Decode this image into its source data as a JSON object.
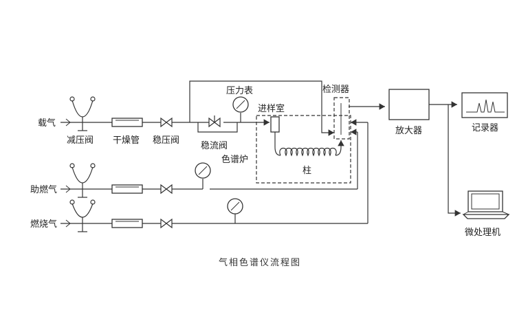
{
  "labels": {
    "carrier_gas": "载气",
    "aux_gas": "助燃气",
    "fuel_gas": "燃烧气",
    "pressure_reducing_valve": "减压阀",
    "dryer": "干燥管",
    "pressure_stabilizing_valve": "稳压阀",
    "flow_stabilizing_valve": "稳流阀",
    "pressure_gauge": "压力表",
    "injection_chamber": "进样室",
    "column_oven": "色谱炉",
    "column": "柱",
    "detector": "检测器",
    "amplifier": "放大器",
    "recorder": "记录器",
    "microcomputer": "微处理机"
  },
  "caption": "气相色谱仪流程图"
}
